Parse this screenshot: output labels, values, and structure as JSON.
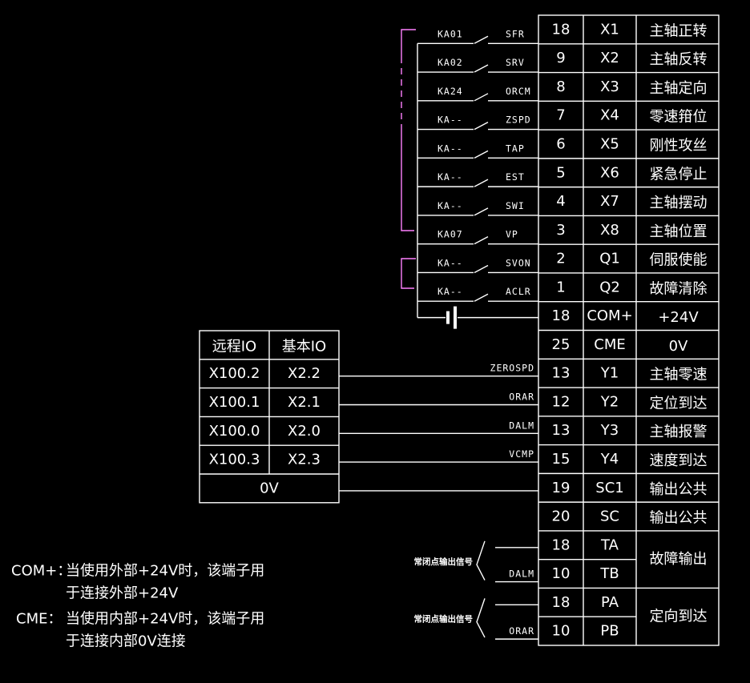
{
  "colors": {
    "background": "#000000",
    "line": "#ffffff",
    "bracket": "#ff80ff"
  },
  "terminal_table": {
    "rows": [
      {
        "pin": "18",
        "signal": "X1",
        "desc": "主轴正转"
      },
      {
        "pin": "9",
        "signal": "X2",
        "desc": "主轴反转"
      },
      {
        "pin": "8",
        "signal": "X3",
        "desc": "主轴定向"
      },
      {
        "pin": "7",
        "signal": "X4",
        "desc": "零速箝位"
      },
      {
        "pin": "6",
        "signal": "X5",
        "desc": "刚性攻丝"
      },
      {
        "pin": "5",
        "signal": "X6",
        "desc": "紧急停止"
      },
      {
        "pin": "4",
        "signal": "X7",
        "desc": "主轴摆动"
      },
      {
        "pin": "3",
        "signal": "X8",
        "desc": "主轴位置"
      },
      {
        "pin": "2",
        "signal": "Q1",
        "desc": "伺服使能"
      },
      {
        "pin": "1",
        "signal": "Q2",
        "desc": "故障清除"
      },
      {
        "pin": "18",
        "signal": "COM+",
        "desc": "+24V"
      },
      {
        "pin": "25",
        "signal": "CME",
        "desc": "0V"
      },
      {
        "pin": "13",
        "signal": "Y1",
        "desc": "主轴零速"
      },
      {
        "pin": "12",
        "signal": "Y2",
        "desc": "定位到达"
      },
      {
        "pin": "13",
        "signal": "Y3",
        "desc": "主轴报警"
      },
      {
        "pin": "15",
        "signal": "Y4",
        "desc": "速度到达"
      },
      {
        "pin": "19",
        "signal": "SC1",
        "desc": "输出公共"
      },
      {
        "pin": "20",
        "signal": "SC",
        "desc": "输出公共"
      },
      {
        "pin": "18",
        "signal": "TA",
        "desc": ""
      },
      {
        "pin": "10",
        "signal": "TB",
        "desc": ""
      },
      {
        "pin": "18",
        "signal": "PA",
        "desc": ""
      },
      {
        "pin": "10",
        "signal": "PB",
        "desc": ""
      }
    ],
    "merged": [
      {
        "desc": "故障输出"
      },
      {
        "desc": "定向到达"
      }
    ]
  },
  "relays": [
    {
      "contact": "KA01",
      "signal": "SFR"
    },
    {
      "contact": "KA02",
      "signal": "SRV"
    },
    {
      "contact": "KA24",
      "signal": "ORCM"
    },
    {
      "contact": "KA--",
      "signal": "ZSPD"
    },
    {
      "contact": "KA--",
      "signal": "TAP"
    },
    {
      "contact": "KA--",
      "signal": "EST"
    },
    {
      "contact": "KA--",
      "signal": "SWI"
    },
    {
      "contact": "KA07",
      "signal": "VP"
    },
    {
      "contact": "KA--",
      "signal": "SVON"
    },
    {
      "contact": "KA--",
      "signal": "ACLR"
    }
  ],
  "io_table": {
    "headers": [
      "远程IO",
      "基本IO"
    ],
    "rows": [
      {
        "remote": "X100.2",
        "basic": "X2.2",
        "wire": "ZEROSPD"
      },
      {
        "remote": "X100.1",
        "basic": "X2.1",
        "wire": "ORAR"
      },
      {
        "remote": "X100.0",
        "basic": "X2.0",
        "wire": "DALM"
      },
      {
        "remote": "X100.3",
        "basic": "X2.3",
        "wire": "VCMP"
      }
    ],
    "footer": "0V"
  },
  "outputs": [
    {
      "label": "常闭点输出信号",
      "wire": "DALM"
    },
    {
      "label": "常闭点输出信号",
      "wire": "ORAR"
    }
  ],
  "notes": [
    {
      "key": "COM+：",
      "line1": "当使用外部+24V时，该端子用",
      "line2": "于连接外部+24V"
    },
    {
      "key": "CME：",
      "line1": "当使用内部+24V时，该端子用",
      "line2": "于连接内部0V连接"
    }
  ]
}
